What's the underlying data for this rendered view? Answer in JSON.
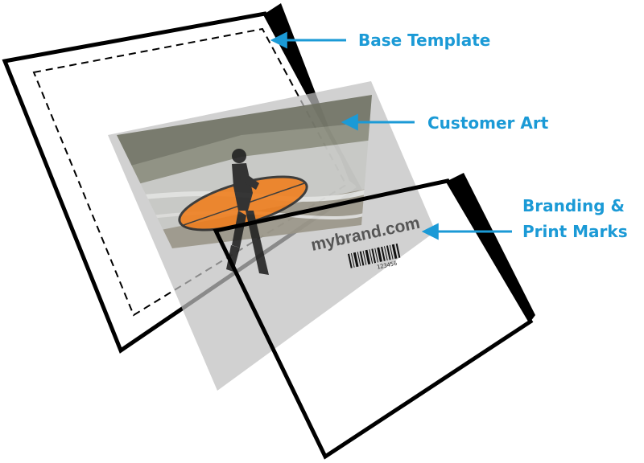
{
  "diagram": {
    "labels": {
      "base_template": "Base Template",
      "customer_art": "Customer Art",
      "branding_line1": "Branding &",
      "branding_line2": "Print Marks"
    },
    "brand_text": "mybrand.com",
    "barcode_number": "123456",
    "colors": {
      "label": "#1b9ad6",
      "arrow": "#1b9ad6",
      "frame": "#000000",
      "board": "#f07d1b",
      "sand": "#9a9588",
      "water": "#c7c8c5",
      "rocks": "#6f7263"
    }
  }
}
